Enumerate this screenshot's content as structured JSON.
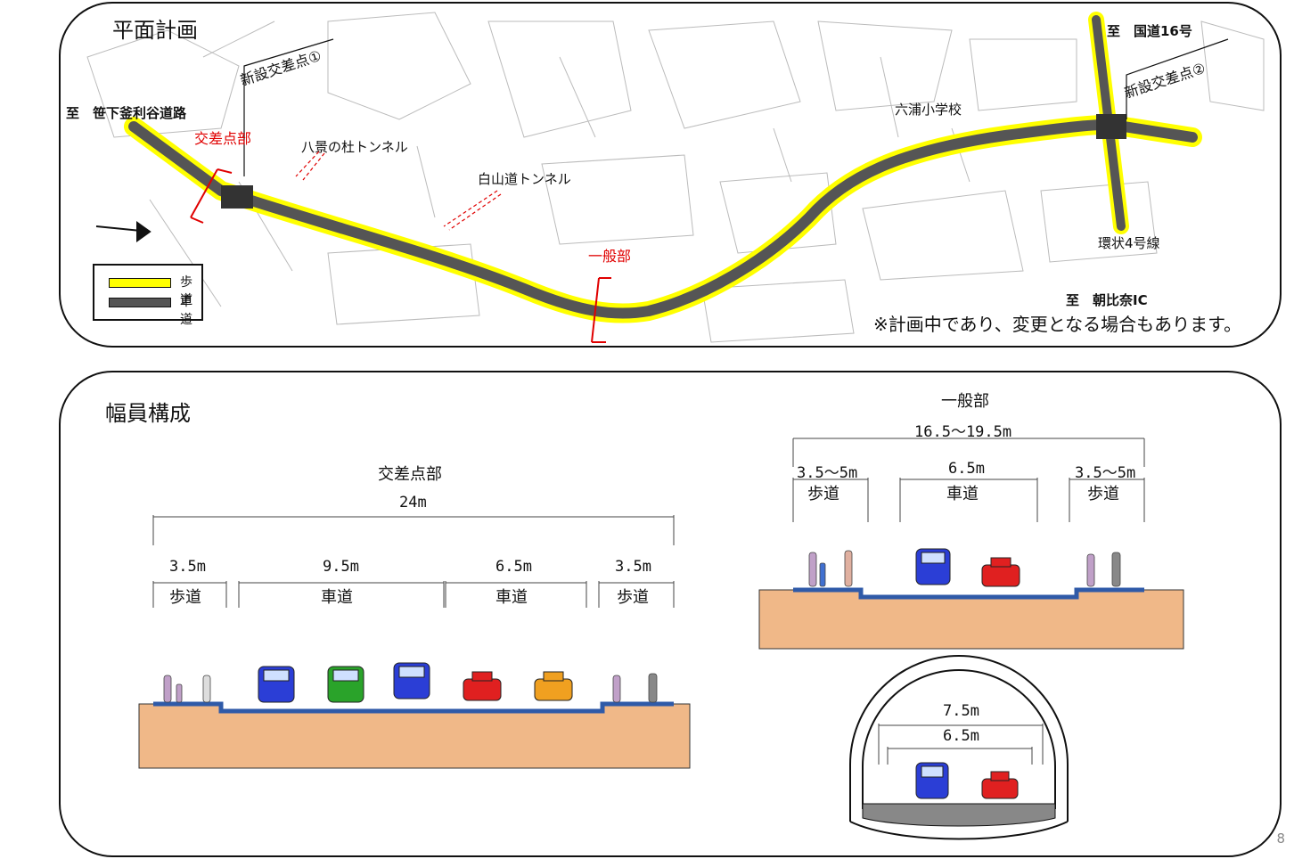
{
  "plan": {
    "title": "平面計画",
    "new_intersection_1": "新設交差点①",
    "new_intersection_2": "新設交差点②",
    "to_sasage": "至　笹下釜利谷道路",
    "to_route16": "至　国道16号",
    "to_asahina": "至　朝比奈IC",
    "intersection_label": "交差点部",
    "general_label": "一般部",
    "hakkei_tunnel": "八景の杜トンネル",
    "hakusan_tunnel": "白山道トンネル",
    "mutsuura_school": "六浦小学校",
    "ring4": "環状4号線",
    "note": "※計画中であり、変更となる場合もあります。",
    "legend": [
      {
        "label": "歩道",
        "color": "#ffff00"
      },
      {
        "label": "車道",
        "color": "#555555"
      }
    ]
  },
  "section": {
    "title": "幅員構成",
    "intersection": {
      "title": "交差点部",
      "total": "24m",
      "widths": [
        "3.5m",
        "9.5m",
        "6.5m",
        "3.5m"
      ],
      "names": [
        "歩道",
        "車道",
        "車道",
        "歩道"
      ]
    },
    "general": {
      "title": "一般部",
      "total": "16.5～19.5m",
      "widths": [
        "3.5～5m",
        "6.5m",
        "3.5～5m"
      ],
      "names": [
        "歩道",
        "車道",
        "歩道"
      ]
    },
    "tunnel": {
      "outer": "7.5m",
      "inner": "6.5m"
    }
  },
  "colors": {
    "sidewalk": "#ffff00",
    "roadway": "#555555",
    "earth": "#f0b888",
    "pavement": "#2f5aa8",
    "red": "#e00000"
  },
  "page_number": "8"
}
